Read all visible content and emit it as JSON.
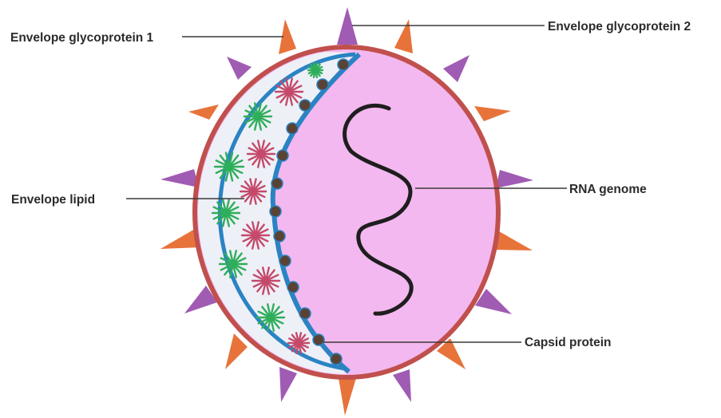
{
  "labels": {
    "glycoprotein1": "Envelope glycoprotein 1",
    "glycoprotein2": "Envelope glycoprotein 2",
    "lipid": "Envelope lipid",
    "rna": "RNA genome",
    "capsid": "Capsid protein"
  },
  "colors": {
    "background": "#ffffff",
    "envelope_outline": "#c0504d",
    "interior_fill": "#f3b8ef",
    "lipid_region_fill": "#eef0f7",
    "membrane_blue": "#2a83c3",
    "capsid_protein": "#5a4335",
    "glycoprotein_orange": "#e7733a",
    "glycoprotein_purple": "#a05bb3",
    "lipid_green": "#2eae5a",
    "lipid_red": "#c4496a",
    "rna_strand": "#1e1e1e",
    "leader_line": "#3a3a3a"
  }
}
